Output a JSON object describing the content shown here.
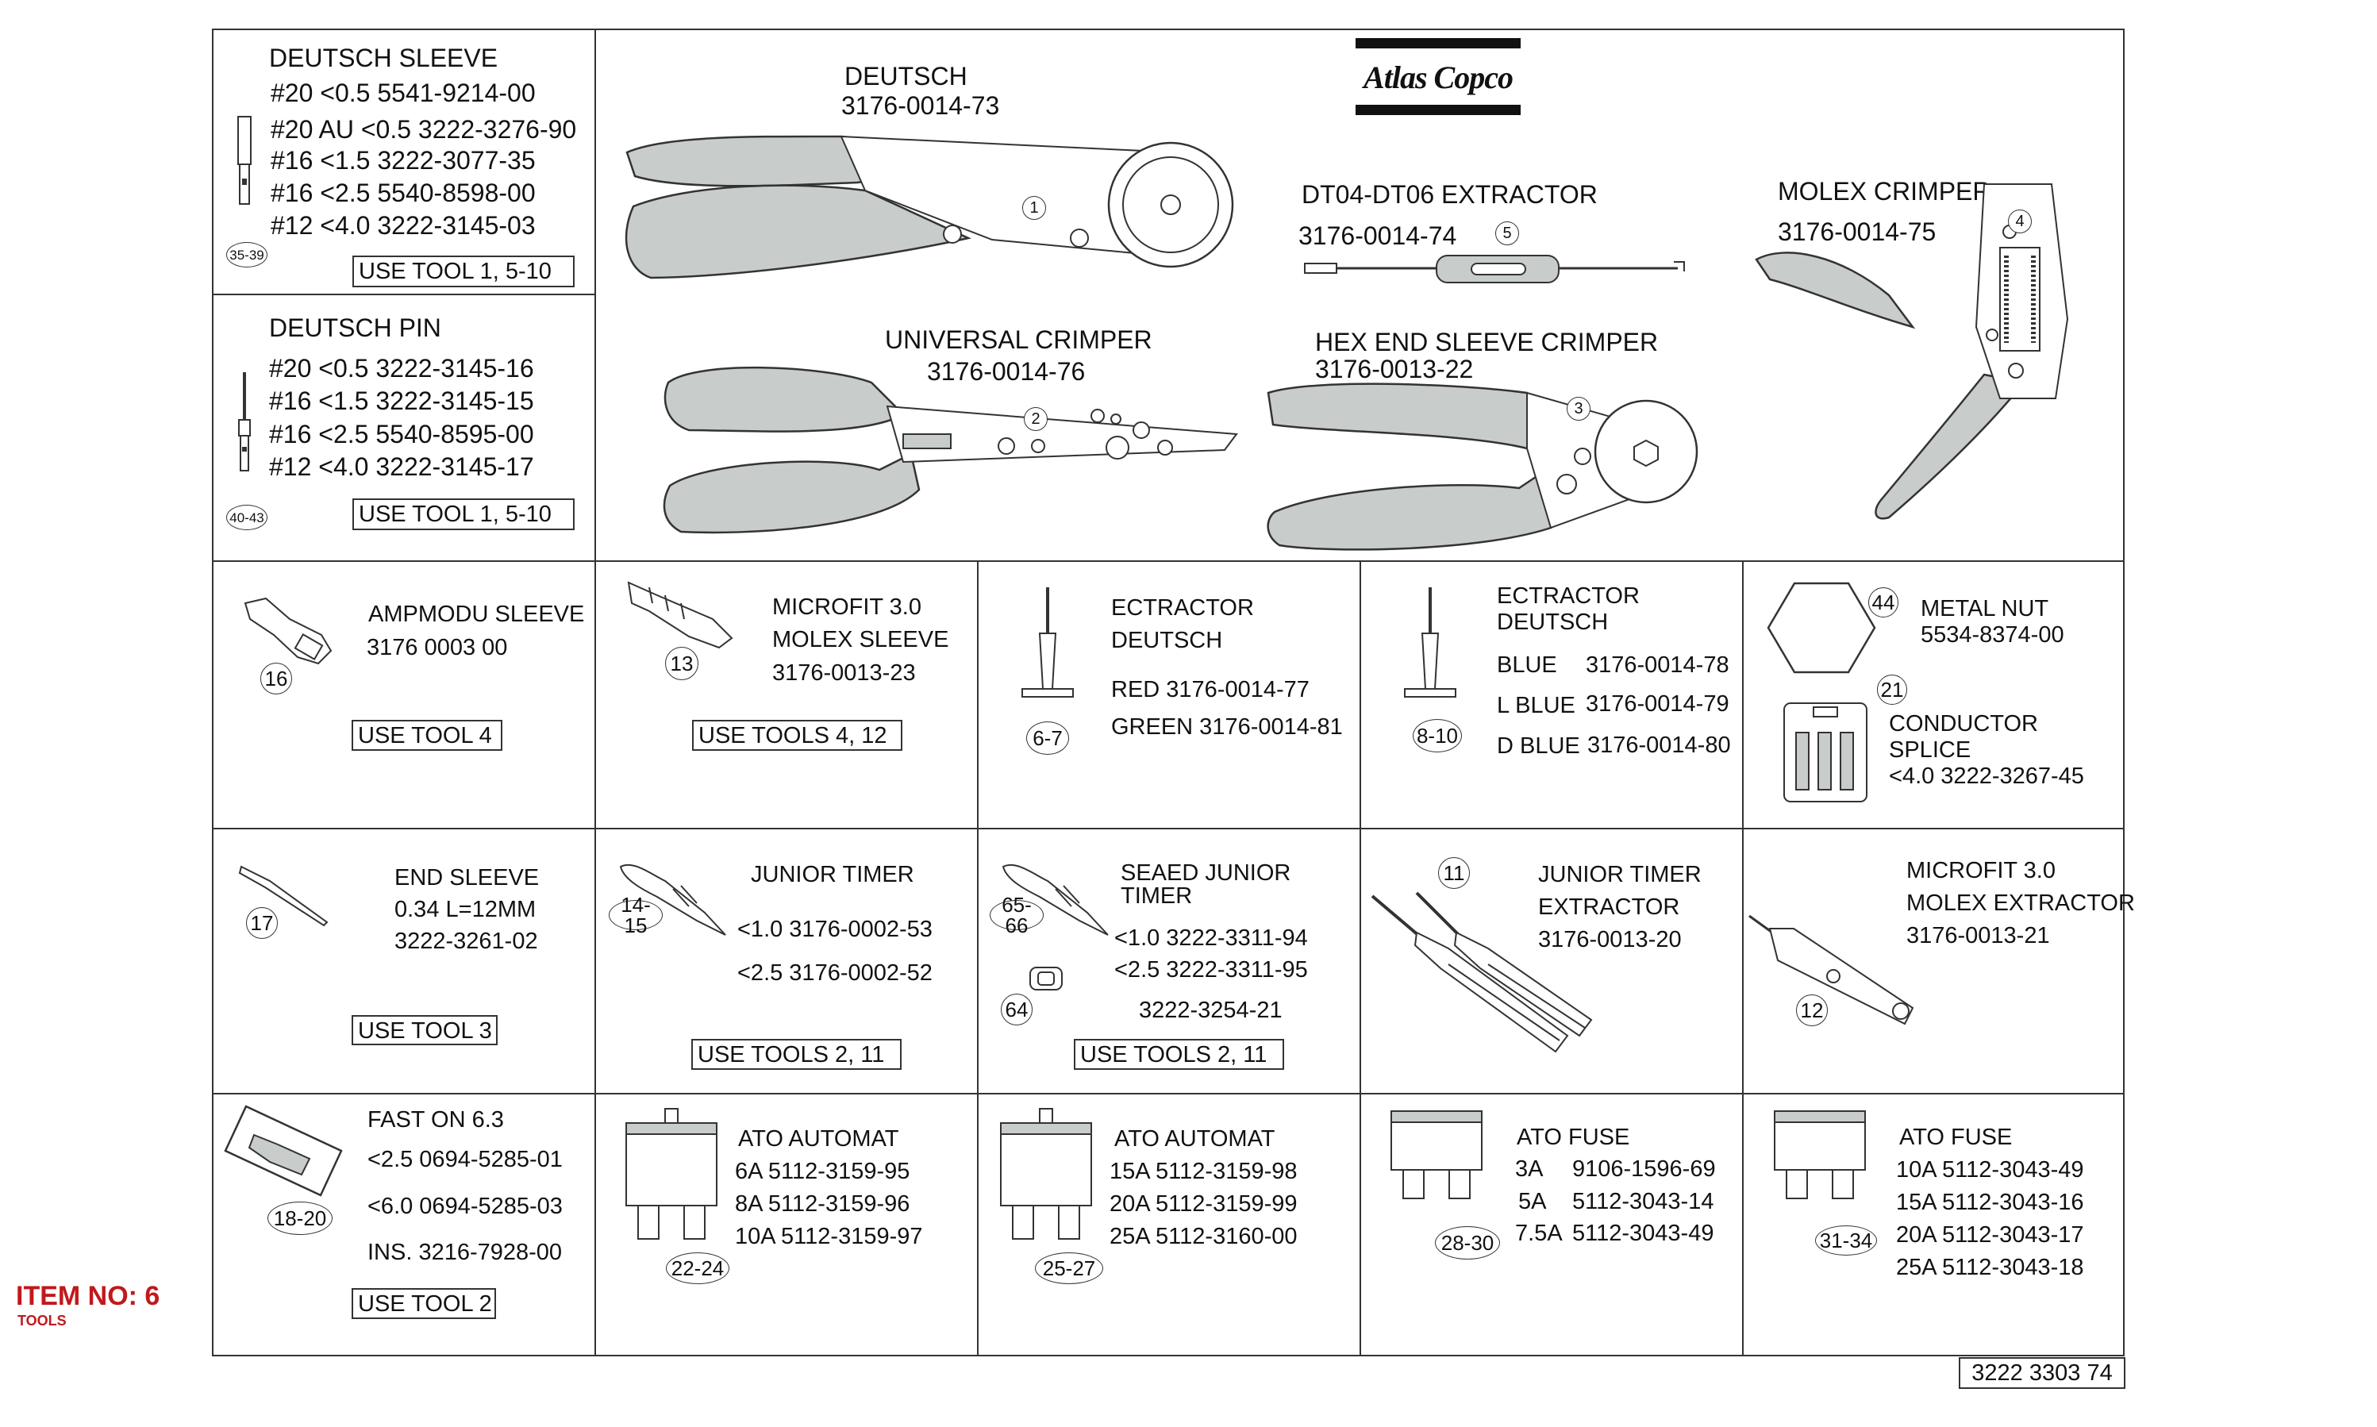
{
  "logo": {
    "brand": "Atlas Copco"
  },
  "item": {
    "title": "ITEM NO: 6",
    "subtitle": "TOOLS"
  },
  "doc_number": "3222 3303 74",
  "deutsch_sleeve": {
    "title": "DEUTSCH SLEEVE",
    "lines": [
      "#20 <0.5 5541-9214-00",
      "#20 AU <0.5  3222-3276-90",
      "#16 <1.5 3222-3077-35",
      "#16 <2.5 5540-8598-00",
      "#12 <4.0 3222-3145-03"
    ],
    "ref": "35-39",
    "tool": "USE TOOL  1, 5-10"
  },
  "deutsch_pin": {
    "title": "DEUTSCH PIN",
    "lines": [
      "#20 <0.5 3222-3145-16",
      "#16 <1.5 3222-3145-15",
      "#16 <2.5 5540-8595-00",
      "#12 <4.0 3222-3145-17"
    ],
    "ref": "40-43",
    "tool": "USE TOOL   1, 5-10"
  },
  "tools": {
    "deutsch": {
      "name": "DEUTSCH",
      "part": "3176-0014-73",
      "num": "1"
    },
    "universal": {
      "name": "UNIVERSAL  CRIMPER",
      "part": "3176-0014-76",
      "num": "2"
    },
    "extractor": {
      "name": "DT04-DT06 EXTRACTOR",
      "part": "3176-0014-74",
      "num": "5"
    },
    "hex": {
      "name": "HEX END SLEEVE CRIMPER",
      "part": "3176-0013-22",
      "num": "3"
    },
    "molex": {
      "name": "MOLEX CRIMPER",
      "part": "3176-0014-75",
      "num": "4"
    }
  },
  "cells": {
    "ampmodu": {
      "title": "AMPMODU SLEEVE",
      "part": "3176 0003 00",
      "num": "16",
      "tool": "USE TOOL   4"
    },
    "microfit_sleeve": {
      "title": "MICROFIT 3.0",
      "title2": "MOLEX SLEEVE",
      "part": "3176-0013-23",
      "num": "13",
      "tool": "USE TOOLS          4, 12"
    },
    "ectractor1": {
      "title": "ECTRACTOR",
      "title2": "DEUTSCH",
      "line1": "RED  3176-0014-77",
      "line2": "GREEN  3176-0014-81",
      "num": "6-7"
    },
    "ectractor2": {
      "title": "ECTRACTOR",
      "title2": "DEUTSCH",
      "l1a": "BLUE",
      "l1b": "3176-0014-78",
      "l2a": "L BLUE",
      "l2b": "3176-0014-79",
      "l3a": "D BLUE",
      "l3b": "3176-0014-80",
      "num": "8-10"
    },
    "nut": {
      "title": "METAL NUT",
      "part": "5534-8374-00",
      "num": "44",
      "splice_num": "21",
      "splice1": "CONDUCTOR",
      "splice2": "SPLICE",
      "splice3": "<4.0   3222-3267-45"
    },
    "end_sleeve": {
      "title": "END SLEEVE",
      "line1": "0.34 L=12MM",
      "line2": "3222-3261-02",
      "num": "17",
      "tool": "USE TOOL    3"
    },
    "junior": {
      "title": "JUNIOR TIMER",
      "line1": "<1.0  3176-0002-53",
      "line2": "<2.5  3176-0002-52",
      "num": "14-15",
      "tool": "USE TOOLS        2, 11"
    },
    "seaed": {
      "title": "SEAED JUNIOR",
      "title2": "TIMER",
      "line1": "<1.0  3222-3311-94",
      "line2": "<2.5  3222-3311-95",
      "line3": "3222-3254-21",
      "num": "65-66",
      "num2": "64",
      "tool": "USE TOOLS        2, 11"
    },
    "junior_ext": {
      "title": "JUNIOR TIMER",
      "title2": "EXTRACTOR",
      "part": "3176-0013-20",
      "num": "11"
    },
    "microfit_ext": {
      "title": "MICROFIT 3.0",
      "title2": "MOLEX EXTRACTOR",
      "part": "3176-0013-21",
      "num": "12"
    },
    "faston": {
      "title": "FAST ON 6.3",
      "line1": "<2.5   0694-5285-01",
      "line2": "<6.0  0694-5285-03",
      "line3": "INS. 3216-7928-00",
      "num": "18-20",
      "tool": "USE TOOL   2"
    },
    "ato_automat1": {
      "title": "ATO AUTOMAT",
      "line1": "6A 5112-3159-95",
      "line2": "8A 5112-3159-96",
      "line3": "10A 5112-3159-97",
      "num": "22-24"
    },
    "ato_automat2": {
      "title": "ATO AUTOMAT",
      "line1": "15A 5112-3159-98",
      "line2": "20A 5112-3159-99",
      "line3": "25A 5112-3160-00",
      "num": "25-27"
    },
    "ato_fuse1": {
      "title": "ATO FUSE",
      "a1": "3A",
      "b1": "9106-1596-69",
      "a2": "5A",
      "b2": "5112-3043-14",
      "a3": "7.5A",
      "b3": "5112-3043-49",
      "num": "28-30"
    },
    "ato_fuse2": {
      "title": "ATO FUSE",
      "line1": "10A 5112-3043-49",
      "line2": "15A 5112-3043-16",
      "line3": "20A 5112-3043-17",
      "line4": "25A 5112-3043-18",
      "num": "31-34"
    }
  },
  "colors": {
    "handle_fill": "#c8ccca",
    "line": "#333333",
    "item_red": "#c0191c"
  }
}
